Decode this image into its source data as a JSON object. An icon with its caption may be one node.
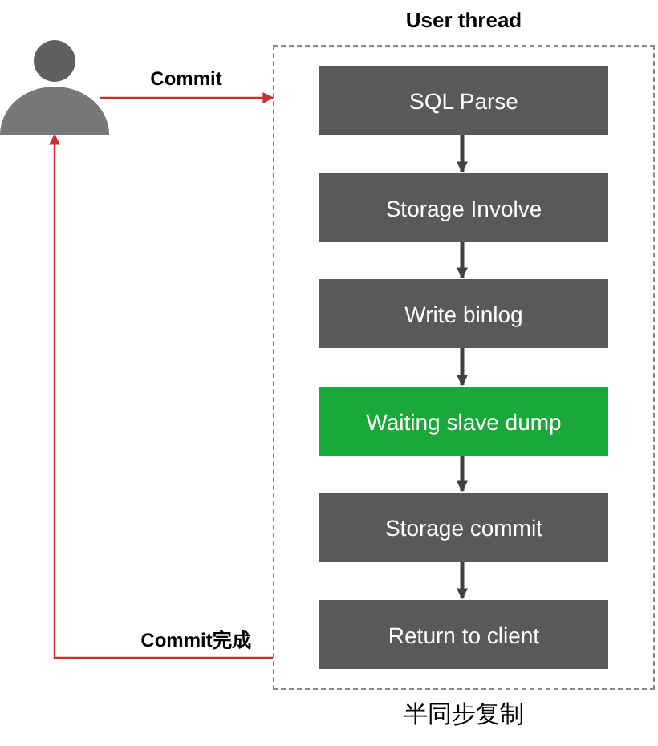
{
  "diagram": {
    "nodes": [
      {
        "text": [],
        "shape": "person"
      },
      {
        "text": [
          "User thread"
        ],
        "beside": [
          "半同步复制"
        ]
      },
      {
        "text": [
          "SQL Parse"
        ],
        "in": 1
      },
      {
        "text": [
          "Storage Involve"
        ],
        "in": 1
      },
      {
        "text": [
          "Write binlog"
        ],
        "in": 1
      },
      {
        "text": [
          "Waiting slave dump"
        ],
        "in": 1
      },
      {
        "text": [
          "Storage commit"
        ],
        "in": 1
      },
      {
        "text": [
          "Return to client"
        ],
        "in": 1
      }
    ],
    "edges": [
      {
        "from": 0,
        "to": 1,
        "arrow": "to",
        "label": "Commit",
        "color": "#c9302c"
      },
      {
        "from": 2,
        "to": 3,
        "arrow": "to"
      },
      {
        "from": 3,
        "to": 4,
        "arrow": "to"
      },
      {
        "from": 4,
        "to": 5,
        "arrow": "to"
      },
      {
        "from": 5,
        "to": 6,
        "arrow": "to"
      },
      {
        "from": 6,
        "to": 7,
        "arrow": "to"
      },
      {
        "from": 1,
        "to": 0,
        "arrow": "to",
        "label": "Commit完成",
        "color": "#c9302c"
      }
    ]
  }
}
